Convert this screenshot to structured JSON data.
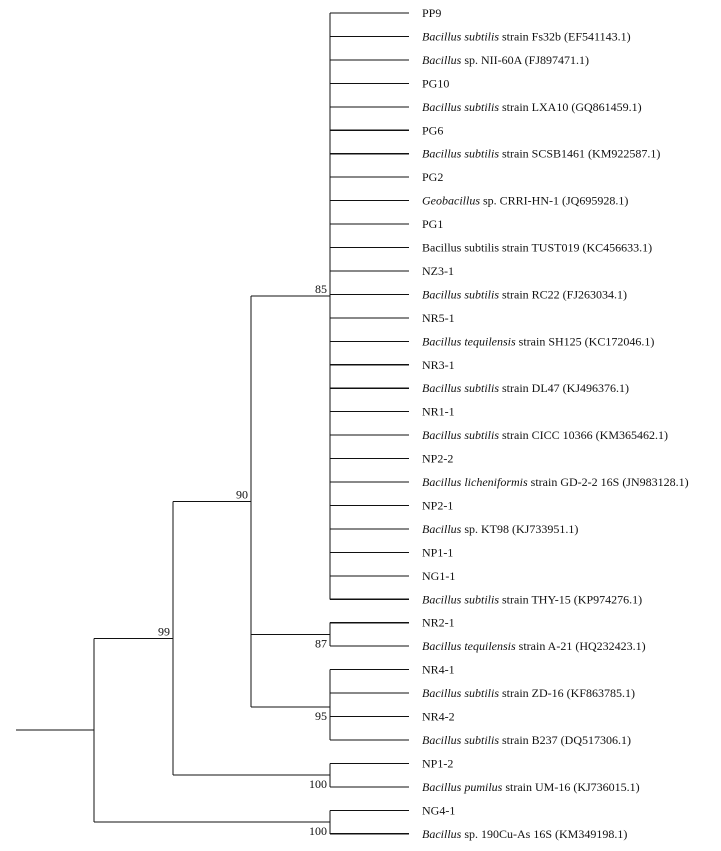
{
  "tree": {
    "taxa": [
      {
        "name": "PP9",
        "italic": "",
        "rest": "PP9"
      },
      {
        "name": "Bacillus subtilis strain Fs32b (EF541143.1)",
        "italic": "Bacillus subtilis",
        "rest": " strain Fs32b (EF541143.1)"
      },
      {
        "name": "Bacillus sp. NII-60A (FJ897471.1)",
        "italic": "Bacillus",
        "rest": " sp. NII-60A (FJ897471.1)"
      },
      {
        "name": "PG10",
        "italic": "",
        "rest": "PG10"
      },
      {
        "name": "Bacillus subtilis strain LXA10 (GQ861459.1)",
        "italic": "Bacillus subtilis",
        "rest": " strain LXA10 (GQ861459.1)"
      },
      {
        "name": "PG6",
        "italic": "",
        "rest": "PG6"
      },
      {
        "name": "Bacillus subtilis strain SCSB1461 (KM922587.1)",
        "italic": "Bacillus subtilis",
        "rest": " strain SCSB1461 (KM922587.1)"
      },
      {
        "name": "PG2",
        "italic": "",
        "rest": "PG2"
      },
      {
        "name": "Geobacillus sp. CRRI-HN-1 (JQ695928.1)",
        "italic": "Geobacillus",
        "rest": " sp. CRRI-HN-1 (JQ695928.1)"
      },
      {
        "name": "PG1",
        "italic": "",
        "rest": "PG1"
      },
      {
        "name": "Bacillus subtilis strain TUST019 (KC456633.1)",
        "italic": "",
        "rest": "Bacillus subtilis strain TUST019 (KC456633.1)"
      },
      {
        "name": "NZ3-1",
        "italic": "",
        "rest": "NZ3-1"
      },
      {
        "name": "Bacillus subtilis strain RC22 (FJ263034.1)",
        "italic": "Bacillus subtilis",
        "rest": " strain RC22 (FJ263034.1)"
      },
      {
        "name": "NR5-1",
        "italic": "",
        "rest": "NR5-1"
      },
      {
        "name": "Bacillus tequilensis strain SH125 (KC172046.1)",
        "italic": "Bacillus tequilensis",
        "rest": " strain SH125 (KC172046.1)"
      },
      {
        "name": "NR3-1",
        "italic": "",
        "rest": "NR3-1"
      },
      {
        "name": "Bacillus subtilis strain DL47 (KJ496376.1)",
        "italic": "Bacillus subtilis",
        "rest": " strain DL47 (KJ496376.1)"
      },
      {
        "name": "NR1-1",
        "italic": "",
        "rest": "NR1-1"
      },
      {
        "name": "Bacillus subtilis strain CICC 10366 (KM365462.1)",
        "italic": "Bacillus subtilis",
        "rest": " strain CICC 10366 (KM365462.1)"
      },
      {
        "name": "NP2-2",
        "italic": "",
        "rest": "NP2-2"
      },
      {
        "name": "Bacillus licheniformis strain GD-2-2 16S (JN983128.1)",
        "italic": "Bacillus licheniformis",
        "rest": " strain GD-2-2 16S (JN983128.1)"
      },
      {
        "name": "NP2-1",
        "italic": "",
        "rest": "NP2-1"
      },
      {
        "name": "Bacillus sp. KT98 (KJ733951.1)",
        "italic": "Bacillus",
        "rest": " sp. KT98 (KJ733951.1)"
      },
      {
        "name": "NP1-1",
        "italic": "",
        "rest": "NP1-1"
      },
      {
        "name": "NG1-1",
        "italic": "",
        "rest": "NG1-1"
      },
      {
        "name": "Bacillus subtilis strain THY-15 (KP974276.1)",
        "italic": "Bacillus subtilis",
        "rest": " strain THY-15 (KP974276.1)"
      },
      {
        "name": "NR2-1",
        "italic": "",
        "rest": "NR2-1"
      },
      {
        "name": "Bacillus tequilensis strain A-21 (HQ232423.1)",
        "italic": "Bacillus tequilensis",
        "rest": " strain A-21 (HQ232423.1)"
      },
      {
        "name": "NR4-1",
        "italic": "",
        "rest": "NR4-1"
      },
      {
        "name": "Bacillus subtilis strain ZD-16 (KF863785.1)",
        "italic": "Bacillus subtilis",
        "rest": " strain ZD-16 (KF863785.1)"
      },
      {
        "name": "NR4-2",
        "italic": "",
        "rest": "NR4-2"
      },
      {
        "name": "Bacillus subtilis strain B237 (DQ517306.1)",
        "italic": "Bacillus subtilis",
        "rest": " strain B237 (DQ517306.1)"
      },
      {
        "name": "NP1-2",
        "italic": "",
        "rest": "NP1-2"
      },
      {
        "name": "Bacillus pumilus strain UM-16 (KJ736015.1)",
        "italic": "Bacillus pumilus",
        "rest": " strain UM-16 (KJ736015.1)"
      },
      {
        "name": "NG4-1",
        "italic": "",
        "rest": "NG4-1"
      },
      {
        "name": "Bacillus sp. 190Cu-As 16S (KM349198.1)",
        "italic": "Bacillus",
        "rest": " sp. 190Cu-As 16S (KM349198.1)"
      }
    ],
    "clades": [
      {
        "id": "c85",
        "support": "85",
        "children": [
          0,
          25
        ]
      },
      {
        "id": "c87",
        "support": "87",
        "children": [
          26,
          27
        ]
      },
      {
        "id": "c95",
        "support": "95",
        "children": [
          28,
          31
        ]
      },
      {
        "id": "c90",
        "support": "90",
        "children": [
          "c85",
          "c87",
          "c95"
        ]
      },
      {
        "id": "c100a",
        "support": "100",
        "children": [
          32,
          33
        ]
      },
      {
        "id": "c99",
        "support": "99",
        "children": [
          "c90",
          "c100a"
        ]
      },
      {
        "id": "c100b",
        "support": "100",
        "children": [
          34,
          35
        ]
      },
      {
        "id": "root",
        "support": "",
        "children": [
          "c99",
          "c100b"
        ]
      }
    ]
  }
}
